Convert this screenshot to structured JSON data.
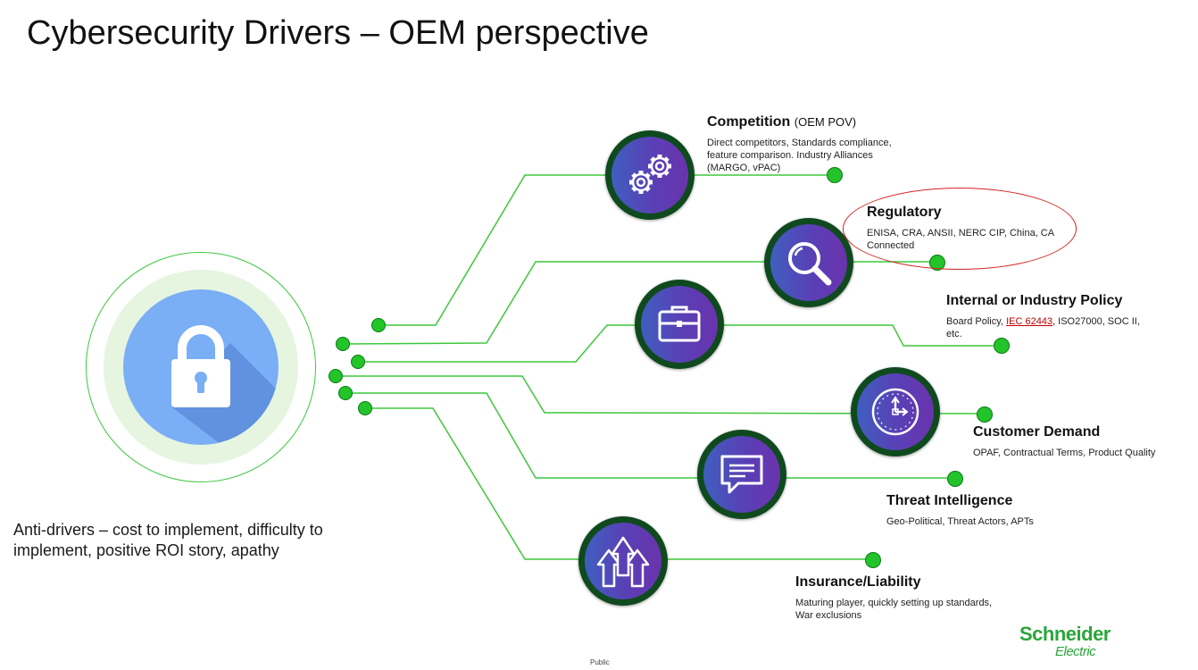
{
  "slide": {
    "title": "Cybersecurity Drivers – OEM perspective",
    "anti_drivers": "Anti-drivers – cost to implement, difficulty to implement, positive ROI story, apathy",
    "footer": "Public"
  },
  "drivers": {
    "competition": {
      "title": "Competition",
      "subtitle": "(OEM POV)",
      "description": "Direct competitors, Standards compliance, feature comparison. Industry Alliances (MARGO, vPAC)"
    },
    "regulatory": {
      "title": "Regulatory",
      "description": "ENISA, CRA, ANSII, NERC CIP, China, CA Connected"
    },
    "policy": {
      "title": "Internal or Industry Policy",
      "desc_a": "Board Policy, ",
      "desc_link": "IEC 62443",
      "desc_b": ", ISO27000, SOC II, etc."
    },
    "customer": {
      "title": "Customer Demand",
      "description": "OPAF, Contractual Terms, Product Quality"
    },
    "threat": {
      "title": "Threat Intelligence",
      "description": "Geo-Political, Threat Actors, APTs"
    },
    "insurance": {
      "title": "Insurance/Liability",
      "description": "Maturing player, quickly setting up standards, War exclusions"
    }
  },
  "logo": {
    "line1": "Schneider",
    "line2": "Electric"
  },
  "colors": {
    "connector": "#3cc83c",
    "dot": "#22c42a",
    "node_ring": "#0f4a1e",
    "node_fill_start": "#3f5fbf",
    "node_fill_end": "#6a33ad",
    "highlight_ellipse": "#d62020",
    "brand": "#2aa63a"
  }
}
